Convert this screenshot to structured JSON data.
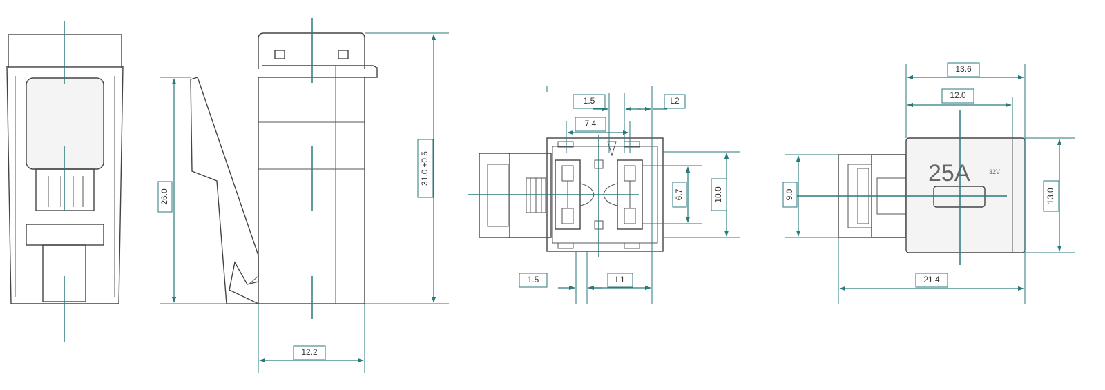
{
  "drawing": {
    "fuse_rating": "25A",
    "fuse_voltage": "32V"
  },
  "dimensions": {
    "d_12_2": "12.2",
    "d_26_0": "26.0",
    "d_31_0": "31.0 ±0.5",
    "d_1_5_top": "1.5",
    "d_L2": "L2",
    "d_7_4": "7.4",
    "d_6_7": "6.7",
    "d_10_0": "10.0",
    "d_1_5_bottom": "1.5",
    "d_L1": "L1",
    "d_13_6": "13.6",
    "d_12_0": "12.0",
    "d_9_0": "9.0",
    "d_13_0": "13.0",
    "d_21_4": "21.4"
  }
}
